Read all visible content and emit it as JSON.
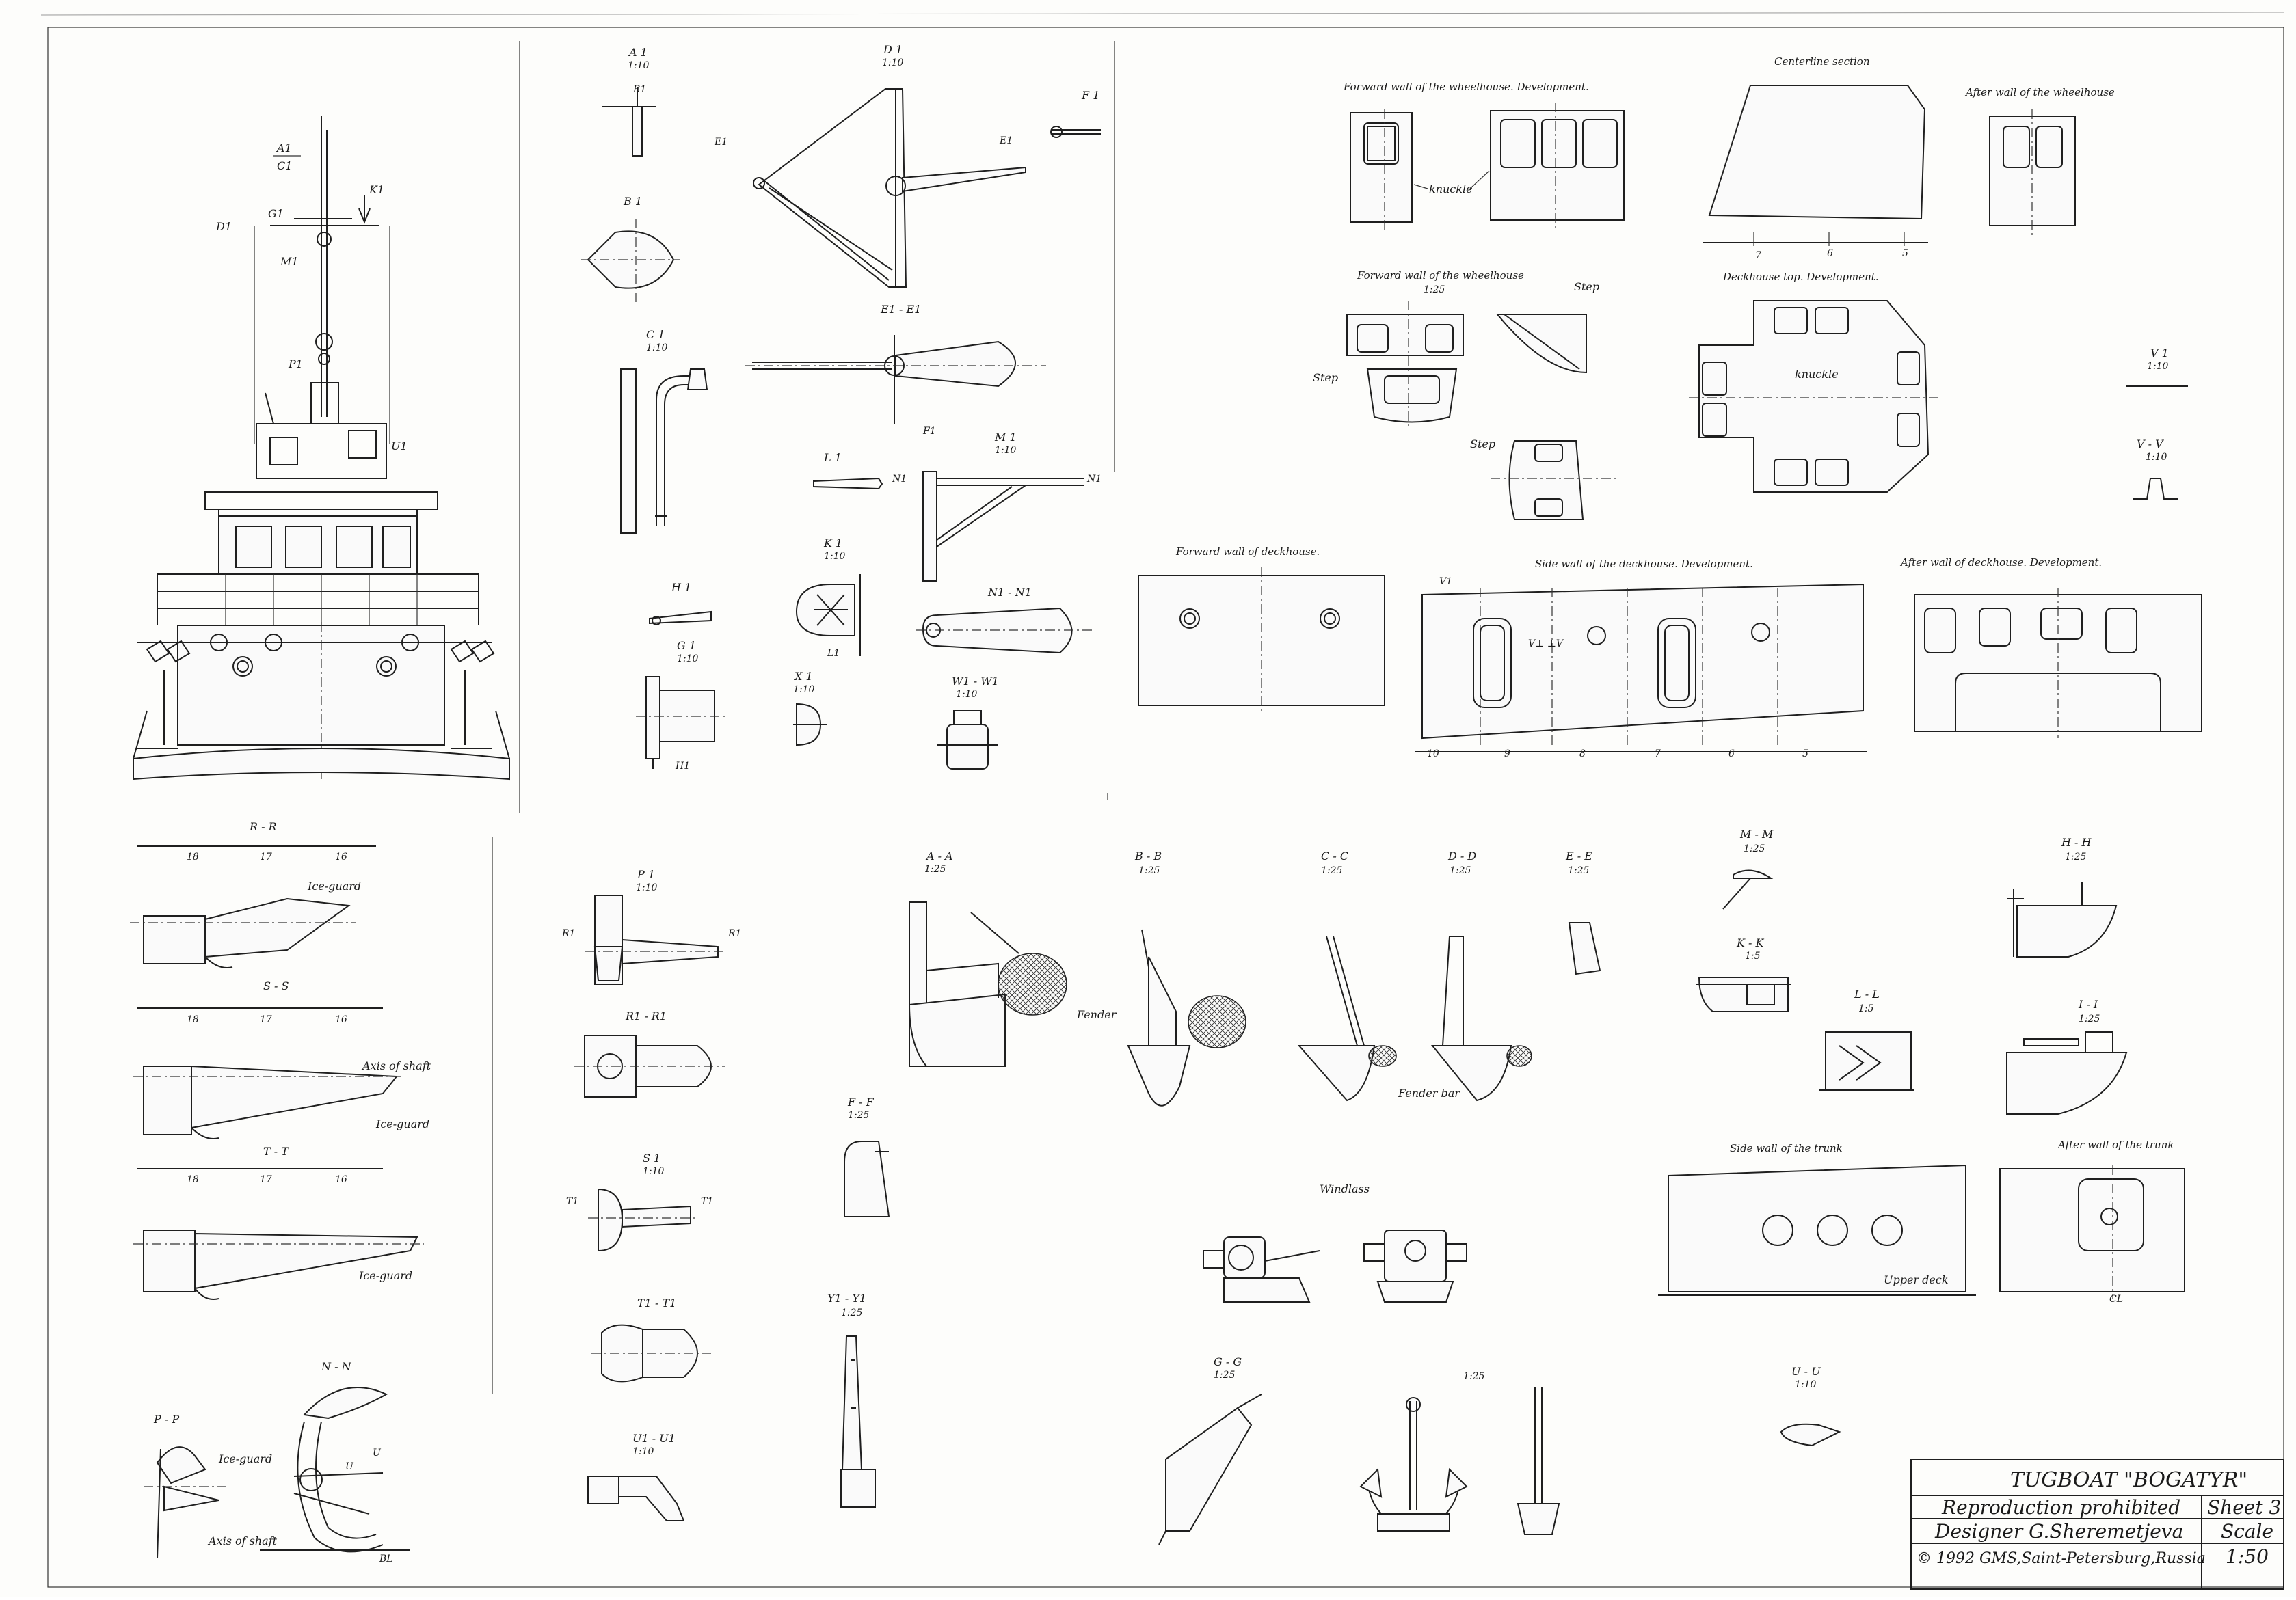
{
  "sheet": {
    "title_block": {
      "vessel": "TUGBOAT \"BOGATYR\"",
      "notice": "Reproduction prohibited",
      "designer": "Designer G.Sheremetjeva",
      "copyright": "© 1992 GMS,Saint-Petersburg,Russia",
      "sheet_label": "Sheet 3",
      "scale_label": "Scale",
      "scale_value": "1:50"
    },
    "front_view": {
      "markers": {
        "a1": "A1",
        "c1": "C1",
        "d1": "D1",
        "g1": "G1",
        "k1": "K1",
        "m1": "M1",
        "p1": "P1",
        "u1": "U1"
      }
    },
    "details": {
      "a1": {
        "title": "A 1",
        "scale": "1:10",
        "marker": "B1"
      },
      "b1": {
        "title": "B 1"
      },
      "c1": {
        "title": "C 1",
        "scale": "1:10"
      },
      "d1": {
        "title": "D 1",
        "scale": "1:10",
        "marker_left": "E1",
        "marker_right": "E1"
      },
      "f1": {
        "title": "F 1"
      },
      "e1": {
        "title": "E1 - E1",
        "marker": "F1"
      },
      "l1": {
        "title": "L 1"
      },
      "m1": {
        "title": "M 1",
        "scale": "1:10",
        "marker_left": "N1",
        "marker_right": "N1"
      },
      "k1": {
        "title": "K 1",
        "scale": "1:10",
        "marker": "L1"
      },
      "h1": {
        "title": "H 1"
      },
      "g1": {
        "title": "G 1",
        "scale": "1:10",
        "marker": "H1"
      },
      "x1": {
        "title": "X 1",
        "scale": "1:10"
      },
      "n1": {
        "title": "N1 - N1"
      },
      "w1": {
        "title": "W1 - W1",
        "scale": "1:10"
      },
      "p1": {
        "title": "P 1",
        "scale": "1:10",
        "marker_left": "R1",
        "marker_right": "R1"
      },
      "r1": {
        "title": "R1 - R1"
      },
      "s1": {
        "title": "S 1",
        "scale": "1:10",
        "marker_left": "T1",
        "marker_right": "T1"
      },
      "t1": {
        "title": "T1 - T1"
      },
      "u1": {
        "title": "U1 - U1",
        "scale": "1:10"
      },
      "v1": {
        "title": "V 1",
        "scale": "1:10"
      },
      "vv": {
        "title": "V - V",
        "scale": "1:10"
      }
    },
    "wheelhouse": {
      "fwd_dev": {
        "title": "Forward wall of the wheelhouse. Development.",
        "knuckle": "knuckle"
      },
      "centerline": {
        "title": "Centerline section",
        "frames": [
          "7",
          "6",
          "5"
        ]
      },
      "after_wall": {
        "title": "After wall of the wheelhouse"
      },
      "fwd_wall": {
        "title": "Forward wall of the wheelhouse",
        "scale": "1:25",
        "step1": "Step",
        "step2": "Step",
        "step3": "Step"
      },
      "top_dev": {
        "title": "Deckhouse top. Development.",
        "knuckle": "knuckle"
      }
    },
    "deckhouse": {
      "fwd_wall": {
        "title": "Forward wall of deckhouse."
      },
      "side_wall": {
        "title": "Side wall of the deckhouse. Development.",
        "marker": "V1",
        "vv": "V⊥ ⊥V",
        "frames": [
          "10",
          "9",
          "8",
          "7",
          "6",
          "5"
        ]
      },
      "after_wall": {
        "title": "After wall of deckhouse. Development."
      }
    },
    "ice_guard": {
      "rr": {
        "title": "R - R",
        "frames": [
          "18",
          "17",
          "16"
        ],
        "label": "Ice-guard"
      },
      "ss": {
        "title": "S - S",
        "frames": [
          "18",
          "17",
          "16"
        ],
        "axis": "Axis of shaft",
        "label": "Ice-guard"
      },
      "tt": {
        "title": "T - T",
        "frames": [
          "18",
          "17",
          "16"
        ],
        "label": "Ice-guard"
      },
      "pp": {
        "title": "P - P",
        "ice": "Ice-guard",
        "axis": "Axis of shaft"
      },
      "nn": {
        "title": "N - N",
        "u1": "U",
        "u2": "U",
        "bl": "BL"
      }
    },
    "sections": {
      "aa": {
        "title": "A - A",
        "scale": "1:25",
        "fender": "Fender"
      },
      "bb": {
        "title": "B - B",
        "scale": "1:25"
      },
      "cc": {
        "title": "C - C",
        "scale": "1:25",
        "fender_bar": "Fender bar"
      },
      "dd": {
        "title": "D - D",
        "scale": "1:25"
      },
      "ee": {
        "title": "E - E",
        "scale": "1:25"
      },
      "ff": {
        "title": "F - F",
        "scale": "1:25"
      },
      "y1": {
        "title": "Y1 - Y1",
        "scale": "1:25"
      },
      "gg": {
        "title": "G - G",
        "scale": "1:25"
      },
      "anchor": {
        "scale": "1:25"
      },
      "windlass": {
        "title": "Windlass"
      },
      "mm": {
        "title": "M - M",
        "scale": "1:25"
      },
      "kk": {
        "title": "K - K",
        "scale": "1:5"
      },
      "ll": {
        "title": "L - L",
        "scale": "1:5"
      },
      "hh": {
        "title": "H - H",
        "scale": "1:25"
      },
      "ii": {
        "title": "I - I",
        "scale": "1:25"
      },
      "uu": {
        "title": "U - U",
        "scale": "1:10"
      }
    },
    "trunk": {
      "side": {
        "title": "Side wall of the trunk",
        "deck": "Upper deck"
      },
      "after": {
        "title": "After wall of the trunk",
        "cl": "CL"
      }
    }
  }
}
